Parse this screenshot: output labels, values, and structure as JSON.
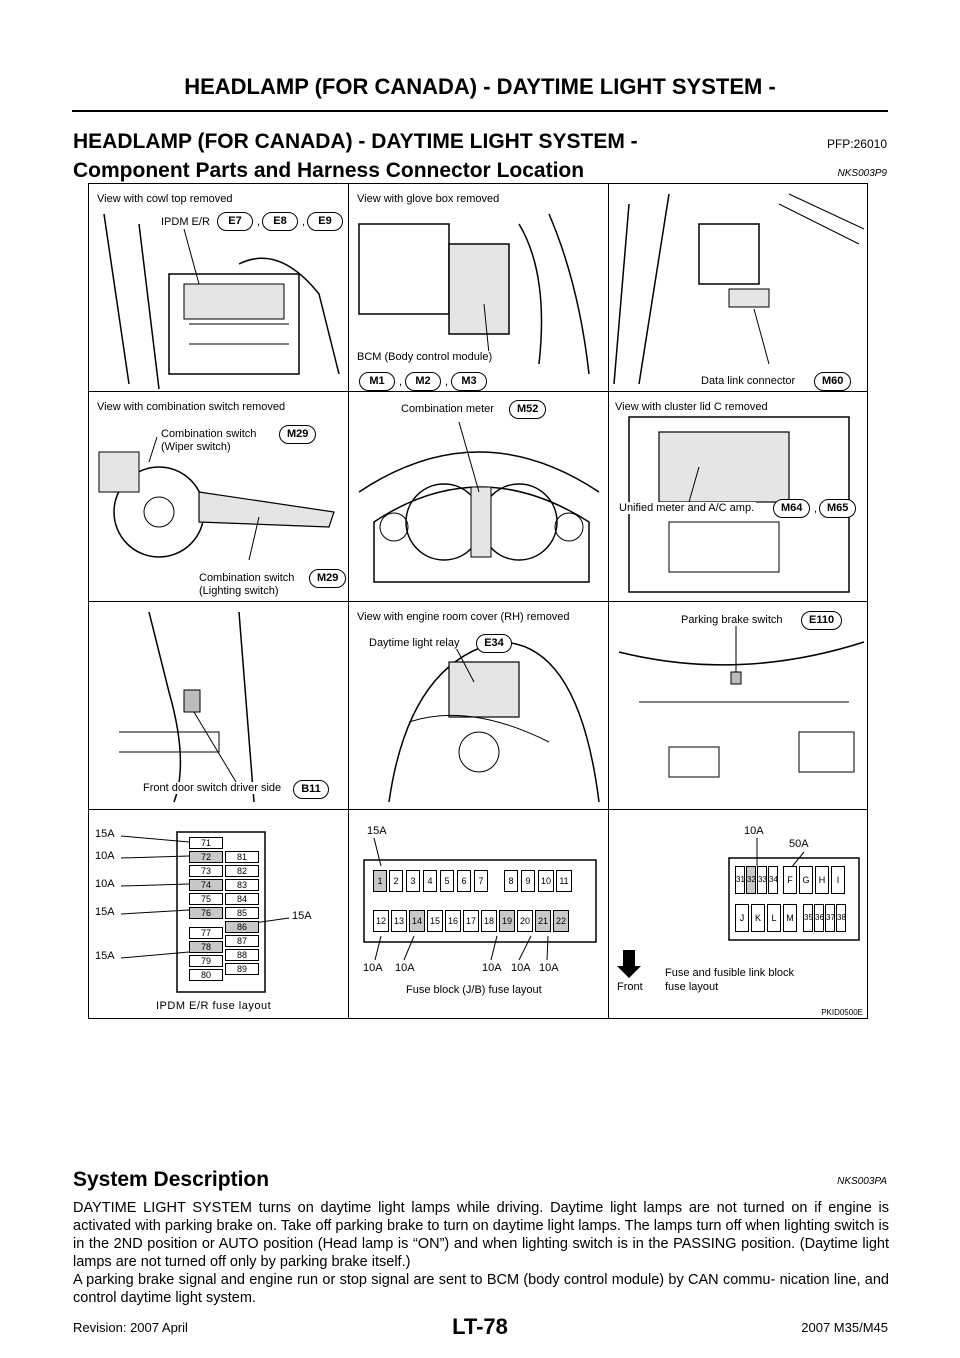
{
  "header": {
    "running_title": "HEADLAMP (FOR CANADA) - DAYTIME LIGHT SYSTEM -",
    "section_title": "HEADLAMP (FOR CANADA) - DAYTIME LIGHT SYSTEM -",
    "pfp": "PFP:26010"
  },
  "component_section": {
    "title": "Component Parts and Harness Connector Location",
    "code": "NKS003P9"
  },
  "figure": {
    "code": "PKID0500E",
    "panels": {
      "cowl": {
        "caption": "View with cowl top removed",
        "part": "IPDM E/R",
        "connectors": [
          "E7",
          "E8",
          "E9"
        ]
      },
      "glovebox": {
        "caption": "View with glove box removed",
        "part": "BCM (Body control module)",
        "connectors": [
          "M1",
          "M2",
          "M3"
        ]
      },
      "datalink": {
        "part": "Data link connector",
        "connector": "M60"
      },
      "comb_switch": {
        "caption": "View with combination switch removed",
        "wiper_label": "Combination switch (Wiper switch)",
        "wiper_line1": "Combination switch",
        "wiper_line2": "(Wiper switch)",
        "wiper_connector": "M29",
        "light_line1": "Combination switch",
        "light_line2": "(Lighting switch)",
        "light_connector": "M29"
      },
      "meter": {
        "part": "Combination meter",
        "connector": "M52"
      },
      "cluster": {
        "caption": "View with cluster lid C removed",
        "part": "Unified meter and A/C amp.",
        "connectors": [
          "M64",
          "M65"
        ]
      },
      "door": {
        "part": "Front door switch driver side",
        "connector": "B11"
      },
      "engine": {
        "caption": "View with engine room cover (RH) removed",
        "part": "Daytime light relay",
        "connector": "E34"
      },
      "parking": {
        "part": "Parking brake switch",
        "connector": "E110"
      },
      "ipdm_fuse": {
        "caption": "IPDM E/R fuse layout",
        "left_col": [
          "71",
          "72",
          "73",
          "74",
          "75",
          "76",
          "77",
          "78",
          "79",
          "80"
        ],
        "right_col": [
          "81",
          "82",
          "83",
          "84",
          "85",
          "86",
          "87",
          "88",
          "89"
        ],
        "amps": [
          "15A",
          "10A",
          "10A",
          "15A",
          "15A",
          "15A"
        ]
      },
      "jb_fuse": {
        "caption": "Fuse block (J/B) fuse layout",
        "top_row": [
          "1",
          "2",
          "3",
          "4",
          "5",
          "6",
          "7",
          "8",
          "9",
          "10",
          "11"
        ],
        "bottom_row": [
          "12",
          "13",
          "14",
          "15",
          "16",
          "17",
          "18",
          "19",
          "20",
          "21",
          "22"
        ],
        "amps_top": "15A",
        "amps_bottom": [
          "10A",
          "10A",
          "10A",
          "10A",
          "10A"
        ]
      },
      "fusible": {
        "caption_line1": "Fuse and fusible link block",
        "caption_line2": "fuse layout",
        "front": "Front",
        "top_row": [
          "31",
          "32",
          "33",
          "34",
          "F",
          "G",
          "H",
          "I"
        ],
        "bottom_row": [
          "J",
          "K",
          "L",
          "M",
          "35",
          "36",
          "37",
          "38"
        ],
        "amp_10a": "10A",
        "amp_50a": "50A"
      }
    }
  },
  "system_section": {
    "title": "System Description",
    "code": "NKS003PA",
    "paragraph1": "DAYTIME LIGHT SYSTEM turns on daytime light lamps while driving. Daytime light lamps are not turned on if engine is activated with parking brake on. Take off parking brake to turn on daytime light lamps. The lamps turn off when lighting switch is in the 2ND position or AUTO position (Head lamp is “ON”) and when lighting switch is in the PASSING position. (Daytime light lamps are not turned off only by parking brake itself.)",
    "paragraph2": "A parking brake signal and engine run or stop signal are sent to BCM (body control module) by CAN commu- nication line, and control daytime light system."
  },
  "footer": {
    "revision": "Revision: 2007 April",
    "page": "LT-78",
    "model": "2007 M35/M45"
  }
}
